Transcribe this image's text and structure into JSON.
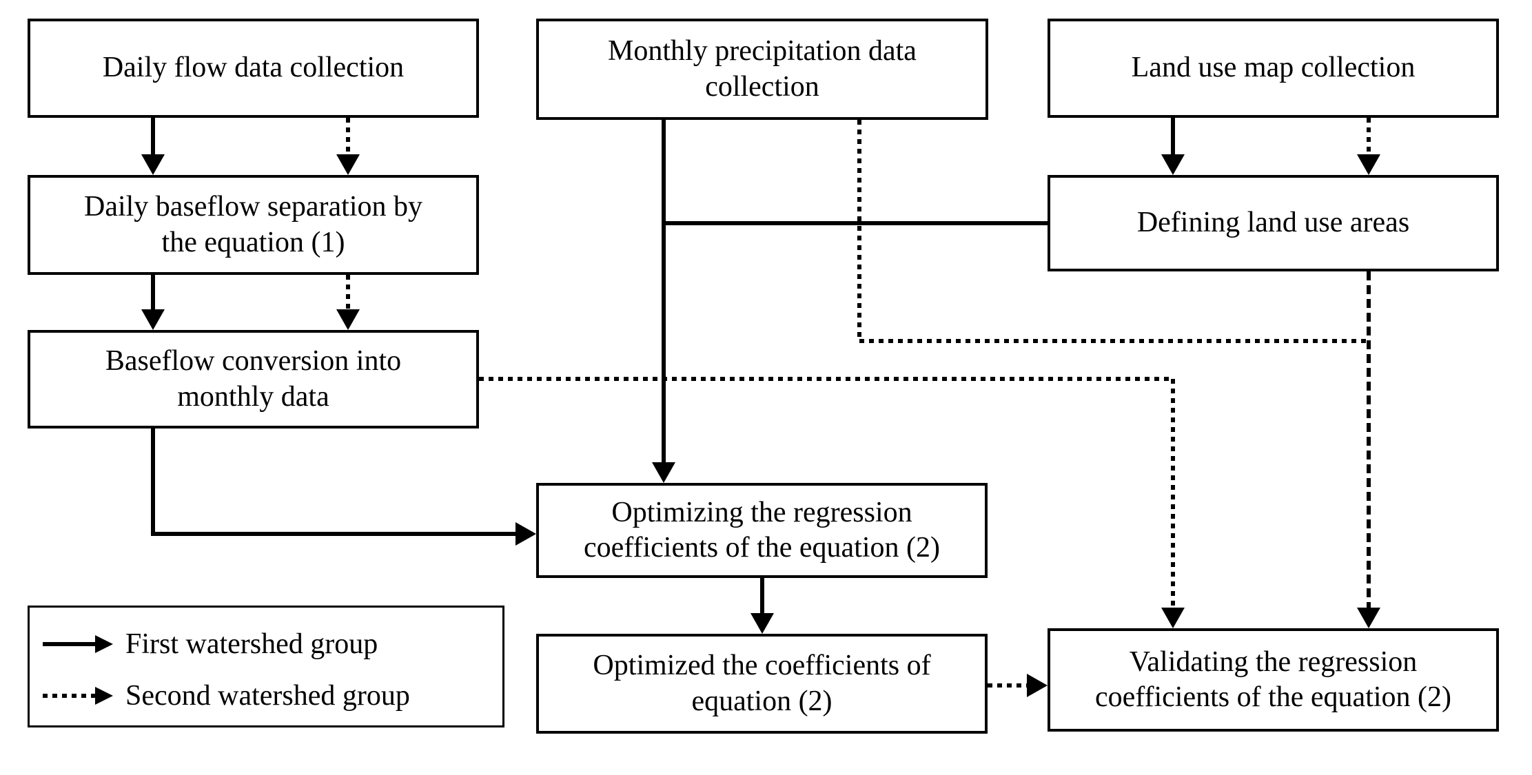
{
  "figure": {
    "type": "flowchart",
    "colors": {
      "background": "#ffffff",
      "line": "#000000",
      "box_fill": "#ffffff",
      "text": "#000000"
    },
    "nodes": {
      "daily_flow": {
        "lines": [
          "Daily flow data collection"
        ]
      },
      "monthly_precip": {
        "lines": [
          "Monthly precipitation data",
          "collection"
        ]
      },
      "land_use_map": {
        "lines": [
          "Land use map collection"
        ]
      },
      "daily_baseflow": {
        "lines": [
          "Daily baseflow separation by",
          "the equation (1)"
        ]
      },
      "defining_land_use": {
        "lines": [
          "Defining land use areas"
        ]
      },
      "baseflow_conversion": {
        "lines": [
          "Baseflow conversion into",
          "monthly data"
        ]
      },
      "optimizing": {
        "lines": [
          "Optimizing the regression",
          "coefficients of the equation (2)"
        ]
      },
      "optimized": {
        "lines": [
          "Optimized the coefficients of",
          "equation (2)"
        ]
      },
      "validating": {
        "lines": [
          "Validating the regression",
          "coefficients of the equation (2)"
        ]
      }
    },
    "edges": [
      {
        "from": "daily_flow",
        "to": "daily_baseflow",
        "group": "first",
        "style": "solid"
      },
      {
        "from": "daily_flow",
        "to": "daily_baseflow",
        "group": "second",
        "style": "dotted"
      },
      {
        "from": "daily_baseflow",
        "to": "baseflow_conversion",
        "group": "first",
        "style": "solid"
      },
      {
        "from": "daily_baseflow",
        "to": "baseflow_conversion",
        "group": "second",
        "style": "dotted"
      },
      {
        "from": "land_use_map",
        "to": "defining_land_use",
        "group": "first",
        "style": "solid"
      },
      {
        "from": "land_use_map",
        "to": "defining_land_use",
        "group": "second",
        "style": "dotted"
      },
      {
        "from": "monthly_precip",
        "to": "optimizing",
        "group": "first",
        "style": "solid"
      },
      {
        "from": "defining_land_use",
        "to": "optimizing",
        "group": "first",
        "style": "solid"
      },
      {
        "from": "baseflow_conversion",
        "to": "optimizing",
        "group": "first",
        "style": "solid"
      },
      {
        "from": "monthly_precip",
        "to": "validating",
        "group": "second",
        "style": "dotted"
      },
      {
        "from": "defining_land_use",
        "to": "validating",
        "group": "second",
        "style": "dotted"
      },
      {
        "from": "baseflow_conversion",
        "to": "validating",
        "group": "second",
        "style": "dotted"
      },
      {
        "from": "optimizing",
        "to": "optimized",
        "group": "first",
        "style": "solid"
      },
      {
        "from": "optimized",
        "to": "validating",
        "group": "second",
        "style": "dotted"
      }
    ],
    "legend": {
      "items": [
        {
          "style": "solid-arrow",
          "label": "First watershed group"
        },
        {
          "style": "dotted-arrow",
          "label": "Second watershed group"
        }
      ]
    }
  }
}
